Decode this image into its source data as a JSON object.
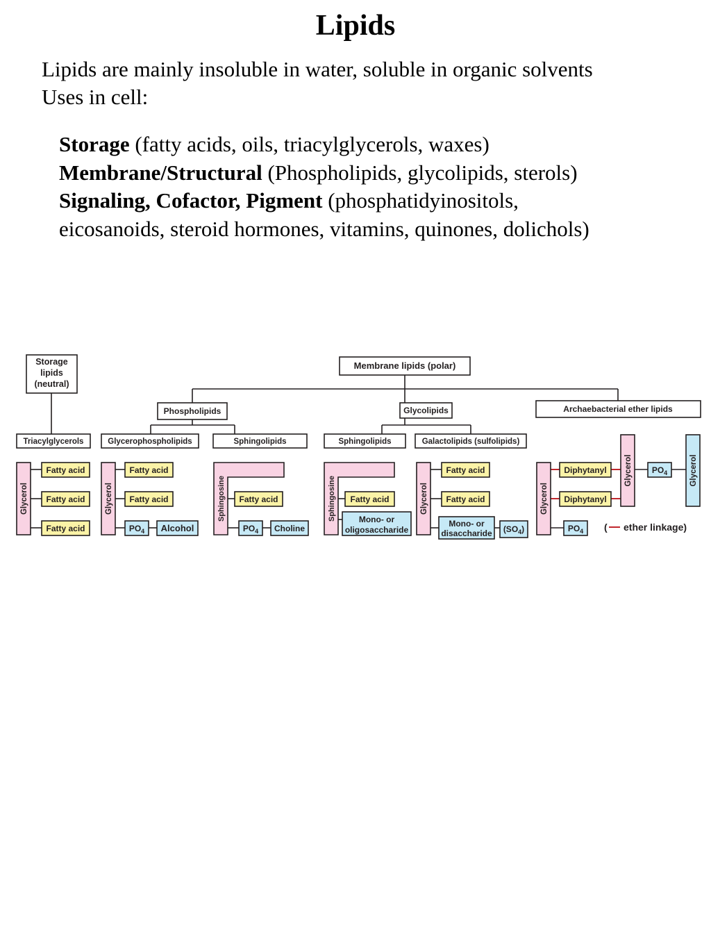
{
  "title": "Lipids",
  "intro": {
    "line1": "Lipids are mainly insoluble in water, soluble in organic solvents",
    "line2": "Uses in cell:"
  },
  "uses": [
    {
      "bold": "Storage",
      "rest": " (fatty acids, oils, triacylglycerols, waxes)"
    },
    {
      "bold": "Membrane/Structural",
      "rest": " (Phospholipids, glycolipids, sterols)"
    },
    {
      "bold": "Signaling, Cofactor, Pigment",
      "rest": " (phosphatidyinositols,"
    },
    {
      "bold": "",
      "rest": "eicosanoids, steroid hormones, vitamins, quinones, dolichols)"
    }
  ],
  "diagram": {
    "colors": {
      "pink": "#f9d3e3",
      "yellow": "#fbf3a7",
      "blue": "#c6e9f6",
      "ether": "#c0272d",
      "stroke": "#231f20"
    },
    "storage_lipids": [
      "Storage",
      "lipids",
      "(neutral)"
    ],
    "membrane_lipids": "Membrane lipids (polar)",
    "phospholipids": "Phospholipids",
    "glycolipids": "Glycolipids",
    "archaebacterial": "Archaebacterial ether lipids",
    "triacylglycerols": "Triacylglycerols",
    "glycerophospholipids": "Glycerophospholipids",
    "sphingolipids": "Sphingolipids",
    "galactolipids": "Galactolipids (sulfolipids)",
    "glycerol": "Glycerol",
    "sphingosine": "Sphingosine",
    "fatty_acid": "Fatty acid",
    "po4": "PO",
    "po4_sub": "4",
    "alcohol": "Alcohol",
    "choline": "Choline",
    "mono_oligo": [
      "Mono- or",
      "oligosaccharide"
    ],
    "mono_di": [
      "Mono- or",
      "disaccharide"
    ],
    "so4_open": "(SO",
    "so4_sub": "4",
    "so4_close": ")",
    "diphytanyl": "Diphytanyl",
    "ether_open": "(",
    "ether_label": "ether linkage)"
  }
}
